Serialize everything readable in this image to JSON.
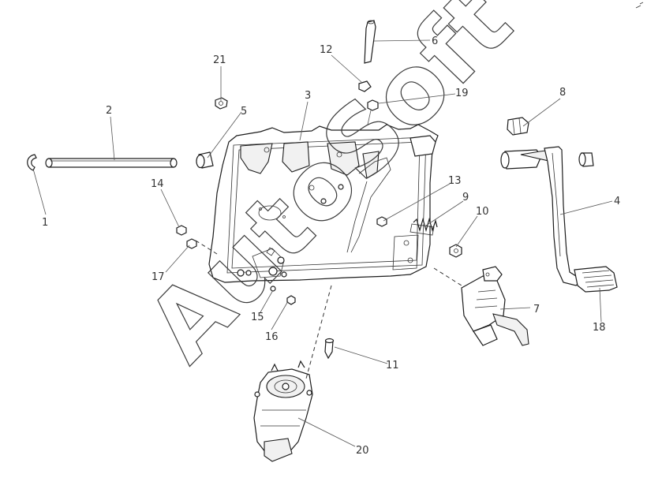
{
  "watermark": "AutoSoft",
  "callouts": [
    "1",
    "2",
    "3",
    "4",
    "5",
    "6",
    "7",
    "8",
    "9",
    "10",
    "11",
    "12",
    "13",
    "14",
    "15",
    "16",
    "17",
    "18",
    "19",
    "20",
    "21"
  ]
}
